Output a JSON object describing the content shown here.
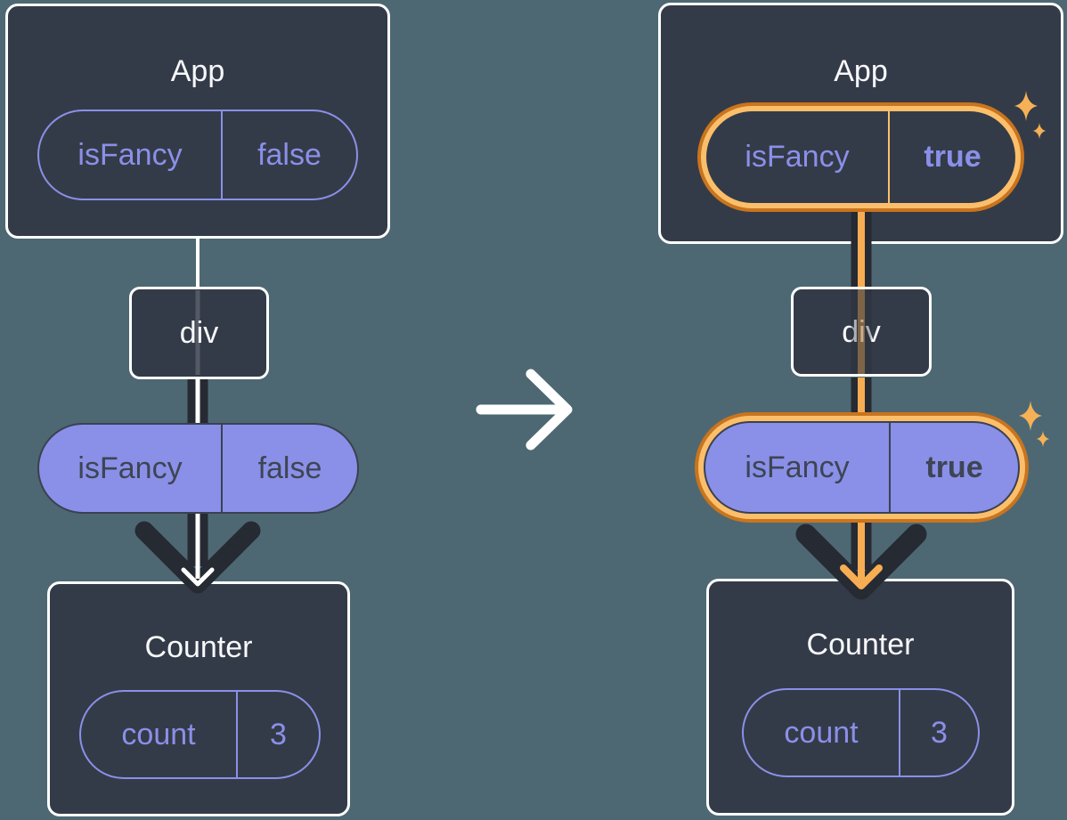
{
  "before": {
    "app": {
      "title": "App",
      "prop": {
        "name": "isFancy",
        "value": "false"
      }
    },
    "div": {
      "label": "div"
    },
    "passed_prop": {
      "name": "isFancy",
      "value": "false"
    },
    "counter": {
      "title": "Counter",
      "state": {
        "name": "count",
        "value": "3"
      }
    }
  },
  "after": {
    "app": {
      "title": "App",
      "prop": {
        "name": "isFancy",
        "value": "true"
      }
    },
    "div": {
      "label": "div"
    },
    "passed_prop": {
      "name": "isFancy",
      "value": "true"
    },
    "counter": {
      "title": "Counter",
      "state": {
        "name": "count",
        "value": "3"
      }
    }
  },
  "icons": {
    "transition": "arrow-right-icon",
    "highlight": "sparkles-icon",
    "flow": "arrow-down-icon"
  },
  "colors": {
    "background": "#4D6873",
    "node_fill": "#343B48",
    "node_border": "#FFFFFF",
    "purple": "#8A90E8",
    "dark_text": "#3E4553",
    "dark_line": "#262A33",
    "orange_ring_outer": "#C9741E",
    "orange_ring_inner": "#FBBF6B",
    "orange_line": "#F7AD52",
    "sparkle": "#F6B156"
  }
}
